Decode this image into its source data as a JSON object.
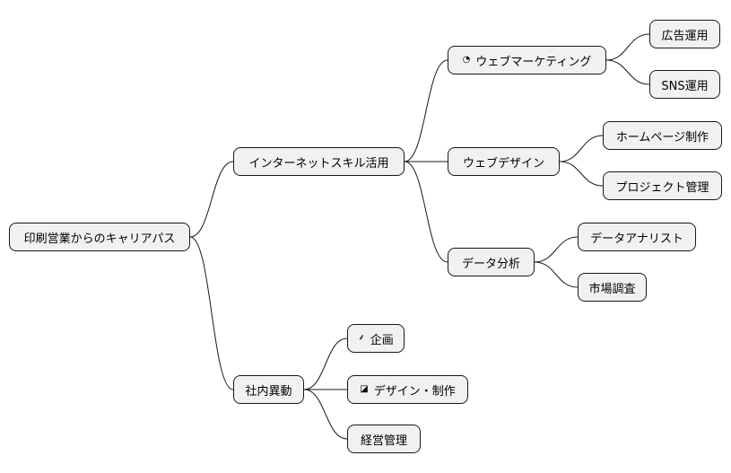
{
  "root": {
    "label": "印刷営業からのキャリアパス"
  },
  "branch_skill": {
    "label": "インターネットスキル活用",
    "web_marketing": {
      "icon": "◔",
      "label": "ウェブマーケティング",
      "ads": "広告運用",
      "sns": "SNS運用"
    },
    "web_design": {
      "label": "ウェブデザイン",
      "homepage": "ホームページ制作",
      "project": "プロジェクト管理"
    },
    "data_analysis": {
      "label": "データ分析",
      "analyst": "データアナリスト",
      "market": "市場調査"
    }
  },
  "branch_internal": {
    "label": "社内異動",
    "planning": {
      "icon": "⸙",
      "label": "企画"
    },
    "design_production": {
      "icon": "◪",
      "label": "デザイン・制作"
    },
    "management": {
      "label": "経営管理"
    }
  }
}
